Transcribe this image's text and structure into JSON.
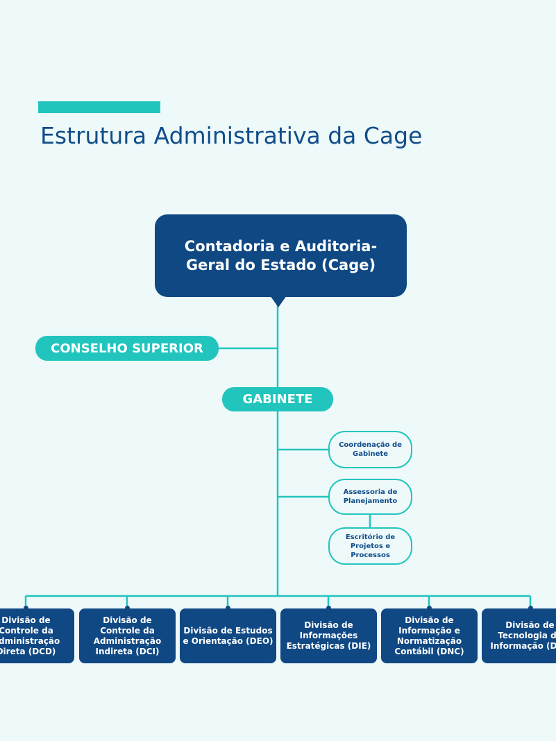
{
  "page": {
    "title": "Estrutura Administrativa da Cage"
  },
  "org_chart": {
    "root": "Contadoria e Auditoria-Geral do Estado (Cage)",
    "conselho": "CONSELHO SUPERIOR",
    "gabinete": "GABINETE",
    "gabinete_units": [
      "Coordenação de Gabinete",
      "Assessoria de Planejamento",
      "Escritório de Projetos e Processos"
    ],
    "divisions": [
      "Divisão de Controle da Administração Direta (DCD)",
      "Divisão de Controle da Administração Indireta (DCI)",
      "Divisão de Estudos e Orientação (DEO)",
      "Divisão de Informações Estratégicas (DIE)",
      "Divisão de Informação e Normatização Contábil (DNC)",
      "Divisão de Tecnologia da Informação (DTI)"
    ]
  },
  "colors": {
    "background": "#eef9fa",
    "navy": "#0f4883",
    "teal": "#22c5bd",
    "title_text": "#114d8a"
  }
}
